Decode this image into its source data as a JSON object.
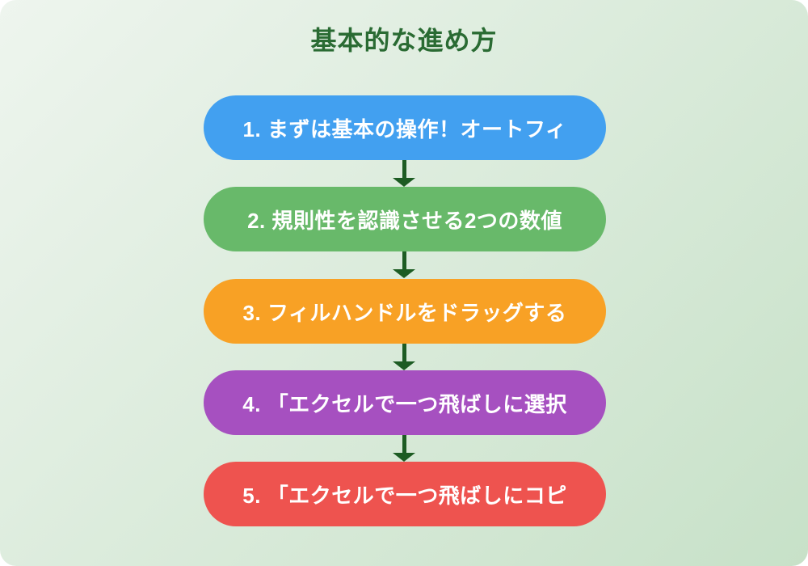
{
  "title": "基本的な進め方",
  "title_color": "#2a6b33",
  "background": {
    "gradient_start": "#eef5ee",
    "gradient_end": "#c7e1c8"
  },
  "arrow": {
    "color": "#1d5c23"
  },
  "steps": [
    {
      "label": "1. まずは基本の操作！オートフィ",
      "color": "#42a0f0"
    },
    {
      "label": "2. 規則性を認識させる2つの数値",
      "color": "#68b96a"
    },
    {
      "label": "3. フィルハンドルをドラッグする",
      "color": "#f8a125"
    },
    {
      "label": "4. 「エクセルで一つ飛ばしに選択",
      "color": "#a650c0"
    },
    {
      "label": "5. 「エクセルで一つ飛ばしにコピ",
      "color": "#ee534f"
    }
  ]
}
